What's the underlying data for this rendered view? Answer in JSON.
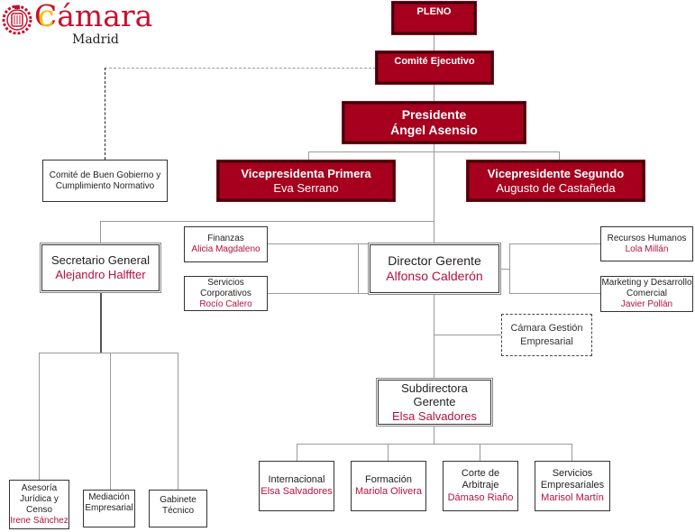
{
  "logo": {
    "brand": "Cámara",
    "city": "Madrid",
    "icon": "chamber-crest-icon",
    "colors": {
      "red": "#c8102e",
      "yellow": "#f2c200"
    }
  },
  "colors": {
    "top_box_fill": "#a6001e",
    "person_name": "#b4123c",
    "connector": "#9a9a9a"
  },
  "pleno": {
    "title": "PLENO"
  },
  "comite_ejecutivo": {
    "title": "Comité Ejecutivo"
  },
  "presidente": {
    "title": "Presidente",
    "name": "Ángel Asensio"
  },
  "buen_gobierno": {
    "line1": "Comité de Buen Gobierno y",
    "line2": "Cumplimiento Normativo"
  },
  "vice1": {
    "title": "Vicepresidenta Primera",
    "name": "Eva Serrano"
  },
  "vice2": {
    "title": "Vicepresidente Segundo",
    "name": "Augusto de Castañeda"
  },
  "secretario": {
    "title": "Secretario General",
    "name": "Alejandro Halffter"
  },
  "finanzas": {
    "title": "Finanzas",
    "name": "Alicia Magdaleno"
  },
  "servicios_corp": {
    "line1": "Servicios",
    "line2": "Corporativos",
    "name": "Rocío Calero"
  },
  "director": {
    "title": "Director Gerente",
    "name": "Alfonso Calderón"
  },
  "rrhh": {
    "title": "Recursos Humanos",
    "name": "Lola Millán"
  },
  "marketing": {
    "line1": "Marketing y Desarrollo",
    "line2": "Comercial",
    "name": "Javier Pollán"
  },
  "camara_gestion": {
    "line1": "Cámara Gestión",
    "line2": "Empresarial"
  },
  "subdirectora": {
    "line1": "Subdirectora",
    "line2": "Gerente",
    "name": "Elsa Salvadores"
  },
  "internacional": {
    "title": "Internacional",
    "name": "Elsa Salvadores"
  },
  "formacion": {
    "title": "Formación",
    "name": "Mariola Olivera"
  },
  "corte": {
    "line1": "Corte de",
    "line2": "Arbitraje",
    "name": "Dámaso Riaño"
  },
  "serv_emp": {
    "line1": "Servicios",
    "line2": "Empresariales",
    "name": "Marisol Martín"
  },
  "asesoria": {
    "line1": "Asesoría",
    "line2": "Jurídica y",
    "line3": "Censo",
    "name": "Irene Sánchez"
  },
  "mediacion": {
    "line1": "Mediación",
    "line2": "Empresarial"
  },
  "gabinete": {
    "line1": "Gabinete",
    "line2": "Técnico"
  }
}
